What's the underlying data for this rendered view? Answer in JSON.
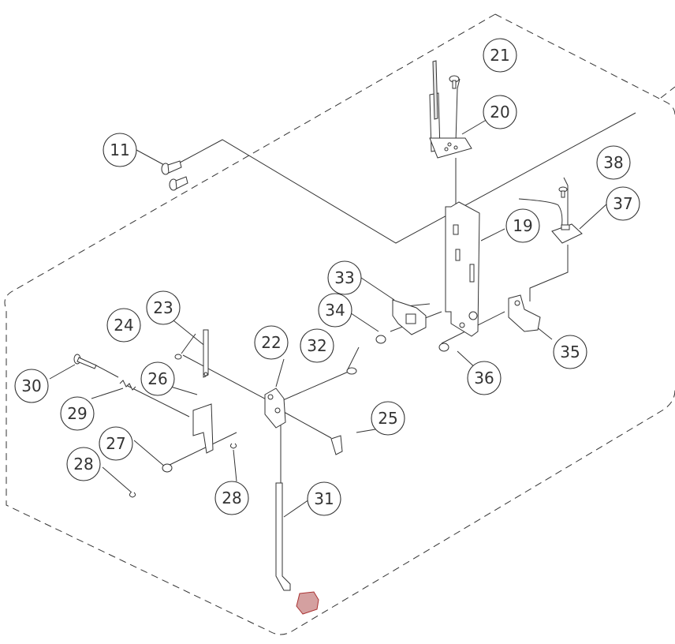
{
  "callouts": {
    "c11": "11",
    "c19": "19",
    "c20": "20",
    "c21": "21",
    "c22": "22",
    "c23": "23",
    "c24": "24",
    "c25": "25",
    "c26": "26",
    "c27": "27",
    "c28a": "28",
    "c28b": "28",
    "c29": "29",
    "c30": "30",
    "c31": "31",
    "c32": "32",
    "c33": "33",
    "c34": "34",
    "c35": "35",
    "c36": "36",
    "c37": "37",
    "c38": "38"
  },
  "colors": {
    "line": "#333333",
    "highlight_part": "#d4a0a0"
  }
}
